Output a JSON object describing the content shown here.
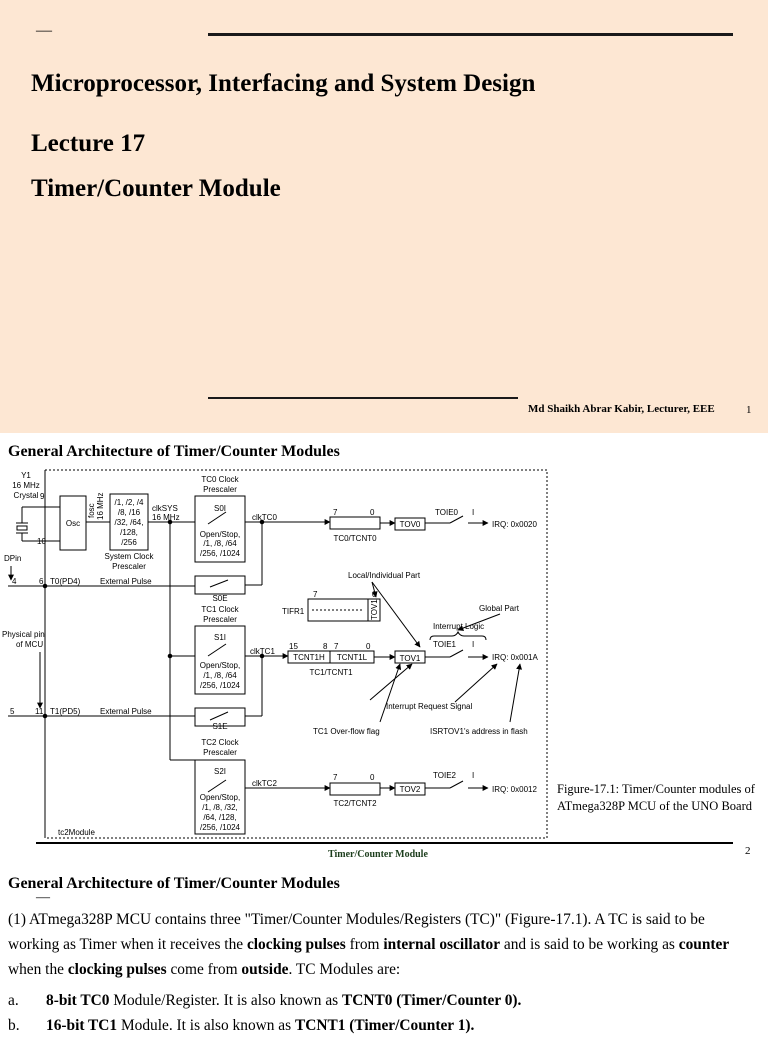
{
  "slide1": {
    "dash": "—",
    "course_title": "Microprocessor, Interfacing and System Design",
    "lecture": "Lecture 17",
    "topic": "Timer/Counter Module",
    "author": "Md Shaikh Abrar Kabir, Lecturer, EEE",
    "page_number": "1"
  },
  "slide2": {
    "heading": "General Architecture of Timer/Counter Modules",
    "caption": "Figure-17.1: Timer/Counter modules of ATmega328P MCU of the UNO Board",
    "footer": "Timer/Counter Module",
    "page_number": "2",
    "diagram": {
      "crystal": [
        "Y1",
        "16 MHz",
        "Crystal"
      ],
      "pin9": "9",
      "pin10": "10",
      "osc": "Osc",
      "fosc": "fosc",
      "fosc_mhz": "16 MHz",
      "prescaler_values": [
        "/1, /2, /4",
        "/8, /16",
        "/32, /64,",
        "/128,",
        "/256"
      ],
      "system_clock_prescaler": [
        "System Clock",
        "Prescaler"
      ],
      "clksys": [
        "clkSYS",
        "16 MHz"
      ],
      "dpin": "DPin",
      "pin4": "4",
      "pin6": "6",
      "t0pin": "T0(PD4)",
      "external_pulse": "External Pulse",
      "physical_pin": [
        "Physical pin",
        "of MCU"
      ],
      "pin5": "5",
      "pin11": "11",
      "t1pin": "T1(PD5)",
      "tc0_prescaler": [
        "TC0 Clock",
        "Prescaler"
      ],
      "s0i": "S0I",
      "tc0_options": [
        "Open/Stop,",
        "/1, /8, /64",
        "/256, /1024"
      ],
      "s0e": "S0E",
      "clktc0": "clkTC0",
      "bit7": "7",
      "bit0": "0",
      "tc0_reg": "TC0/TCNT0",
      "tov0": "TOV0",
      "toie0": "TOIE0",
      "i_label": "I",
      "irq0": "IRQ: 0x0020",
      "local_part": "Local/Individual Part",
      "global_part": "Global Part",
      "tifr1": "TIFR1",
      "tov1_vertical": "TOV1",
      "interrupt_logic": "Interrupt Logic",
      "tc1_prescaler": [
        "TC1 Clock",
        "Prescaler"
      ],
      "s1i": "S1I",
      "tc1_options": [
        "Open/Stop,",
        "/1, /8, /64",
        "/256, /1024"
      ],
      "s1e": "S1E",
      "clktc1": "clkTC1",
      "bit15": "15",
      "bit8": "8",
      "tcnt1h": "TCNT1H",
      "tcnt1l": "TCNT1L",
      "tc1_reg": "TC1/TCNT1",
      "tov1": "TOV1",
      "toie1": "TOIE1",
      "irq1": "IRQ: 0x001A",
      "interrupt_request": "Interrupt Request Signal",
      "tc1_overflow": "TC1 Over-flow flag",
      "isr_address": "ISRTOV1's address in flash",
      "tc2_prescaler": [
        "TC2 Clock",
        "Prescaler"
      ],
      "s2i": "S2I",
      "tc2_options": [
        "Open/Stop,",
        "/1, /8, /32,",
        "/64, /128,",
        "/256, /1024"
      ],
      "clktc2": "clkTC2",
      "tc2_reg": "TC2/TCNT2",
      "tov2": "TOV2",
      "toie2": "TOIE2",
      "irq2": "IRQ: 0x0012",
      "module_name": "tc2Module"
    }
  },
  "slide3": {
    "heading": "General Architecture of Timer/Counter Modules",
    "dash": "—",
    "para_1": "(1) ATmega328P MCU contains three \"Timer/Counter Modules/Registers (TC)\" (Figure-17.1). A TC is said to be working as Timer when it receives the ",
    "para_b1": "clocking pulses",
    "para_2": " from ",
    "para_b2": "internal oscillator",
    "para_3": " and is said to be working as ",
    "para_b3": "counter",
    "para_4": " when the ",
    "para_b4": "clocking pulses",
    "para_5": " come from ",
    "para_b5": "outside",
    "para_6": ". TC Modules are:",
    "item_a_marker": "a.",
    "item_a_b1": "8-bit TC0",
    "item_a_t1": " Module/Register. It is also known as ",
    "item_a_b2": "TCNT0 (Timer/Counter 0).",
    "item_b_marker": "b.",
    "item_b_b1": "16-bit TC1",
    "item_b_t1": " Module. It is also known as ",
    "item_b_b2": "TCNT1 (Timer/Counter 1)."
  }
}
